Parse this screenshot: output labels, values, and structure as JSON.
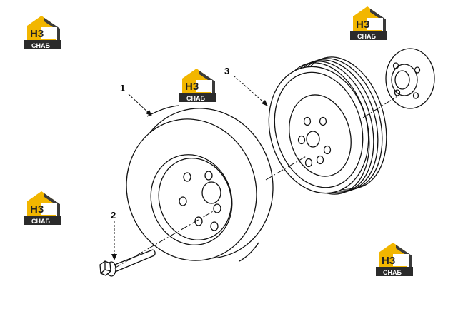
{
  "callouts": {
    "one": "1",
    "two": "2",
    "three": "3"
  },
  "watermark": {
    "brand": "H3",
    "sub": "CHAБ"
  },
  "colors": {
    "line": "#111111",
    "house_yellow": "#f2b600",
    "house_dark": "#3a3a3a",
    "banner_dark": "#2b2b2b"
  }
}
